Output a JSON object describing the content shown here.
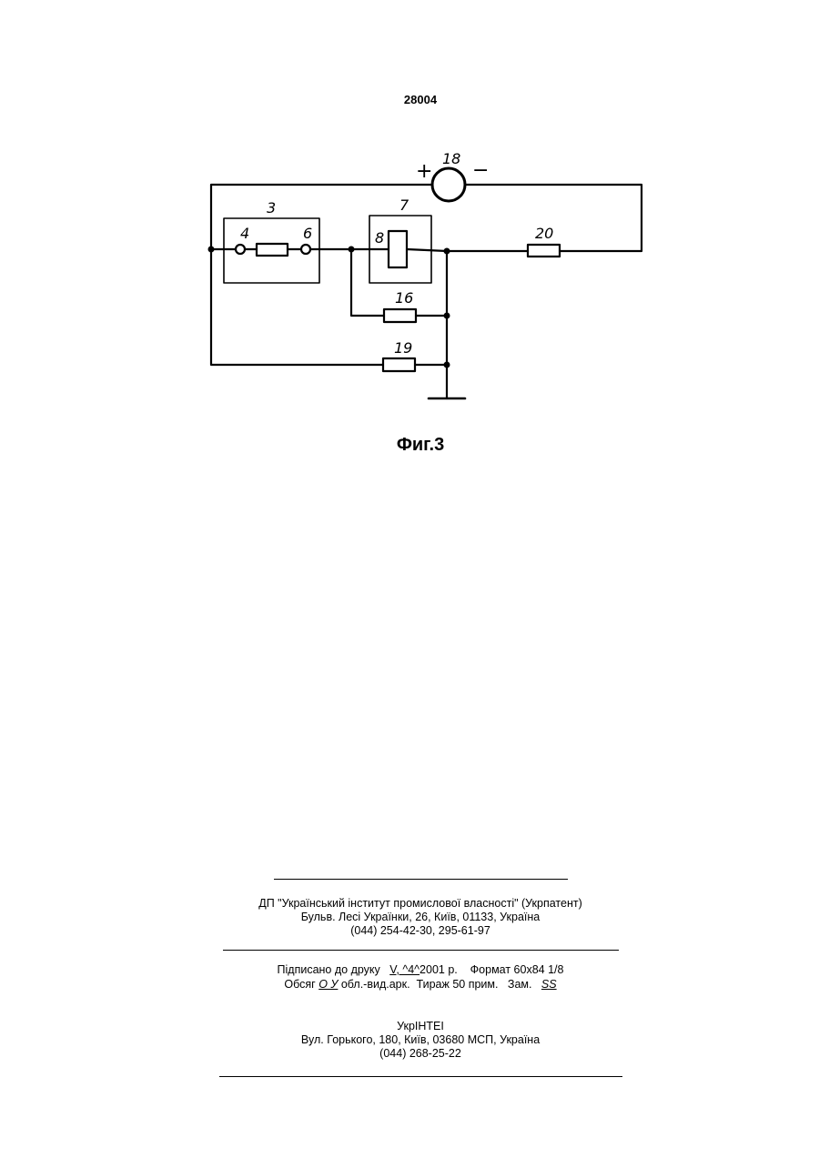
{
  "page_number": "28004",
  "figure": {
    "caption": "Фиг.3",
    "labels": {
      "source": "18",
      "plus": "+",
      "minus": "−",
      "block3": "3",
      "block7": "7",
      "term4": "4",
      "term6": "6",
      "coil8": "8",
      "r16": "16",
      "r19": "19",
      "r20": "20"
    }
  },
  "publisher": {
    "line1": "ДП \"Український інститут промислової власності\" (Укрпатент)",
    "line2": "Бульв. Лесі Українки, 26, Київ, 01133, Україна",
    "line3": "(044) 254-42-30, 295-61-97"
  },
  "print_info": {
    "signed_label": "Підписано до друку",
    "signed_value": "V, ^4^",
    "year": "2001 р.",
    "format": "Формат 60х84 1/8",
    "volume_label": "Обсяг",
    "volume_value": "О У",
    "volume_unit": "обл.-вид.арк.",
    "print_run": "Тираж 50 прим.",
    "order_label": "Зам.",
    "order_value": "SS"
  },
  "printer": {
    "name": "УкрІНТЕІ",
    "address": "Вул. Горького, 180, Київ, 03680 МСП, Україна",
    "phone": "(044) 268-25-22"
  }
}
